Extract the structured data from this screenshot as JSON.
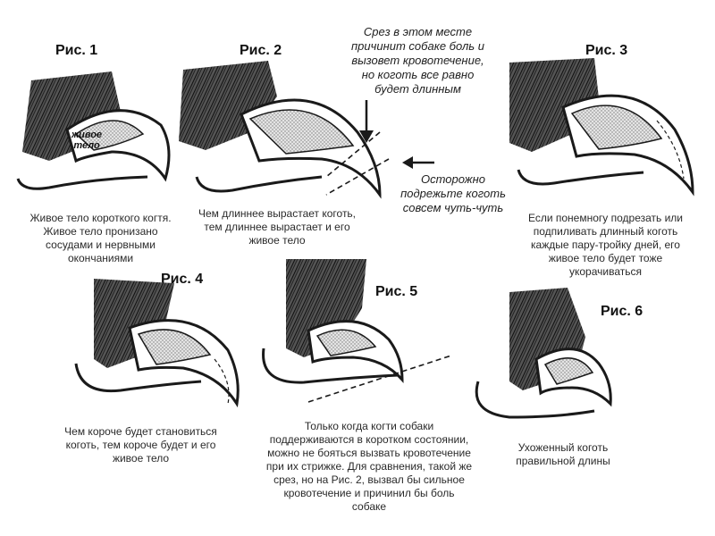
{
  "figures": [
    {
      "title": "Рис. 1",
      "caption": [
        "Живое тело короткого когтя.",
        "Живое тело пронизано",
        "сосудами и нервными",
        "окончаниями"
      ],
      "inner_label": [
        "живое",
        "тело"
      ]
    },
    {
      "title": "Рис. 2",
      "caption": [
        "Чем длиннее вырастает коготь,",
        "тем длиннее вырастает и его",
        "живое тело"
      ]
    },
    {
      "title": "Рис. 3",
      "caption": [
        "Если понемногу подрезать или",
        "подпиливать длинный коготь",
        "каждые пару-тройку дней, его",
        "живое тело будет тоже",
        "укорачиваться"
      ]
    },
    {
      "title": "Рис. 4",
      "caption": [
        "Чем короче будет становиться",
        "коготь, тем короче будет и его",
        "живое тело"
      ]
    },
    {
      "title": "Рис. 5",
      "caption": [
        "Только когда когти собаки",
        "поддерживаются в коротком состоянии,",
        "можно не бояться вызвать кровотечение",
        "при их стрижке. Для сравнения, такой же",
        "срез, но на Рис. 2, вызвал бы сильное",
        "кровотечение и причинил бы боль",
        "собаке"
      ]
    },
    {
      "title": "Рис. 6",
      "caption": [
        "Ухоженный коготь",
        "правильной длины"
      ]
    }
  ],
  "notes": {
    "top": [
      "Срез в этом месте",
      "причинит собаке боль и",
      "вызовет кровотечение,",
      "но коготь все равно",
      "будет длинным"
    ],
    "side": [
      "Осторожно",
      "подрежьте коготь",
      "совсем чуть-чуть"
    ]
  },
  "colors": {
    "fur": "#2a2a2a",
    "quick": "#c8c8c8",
    "outline": "#1a1a1a"
  }
}
